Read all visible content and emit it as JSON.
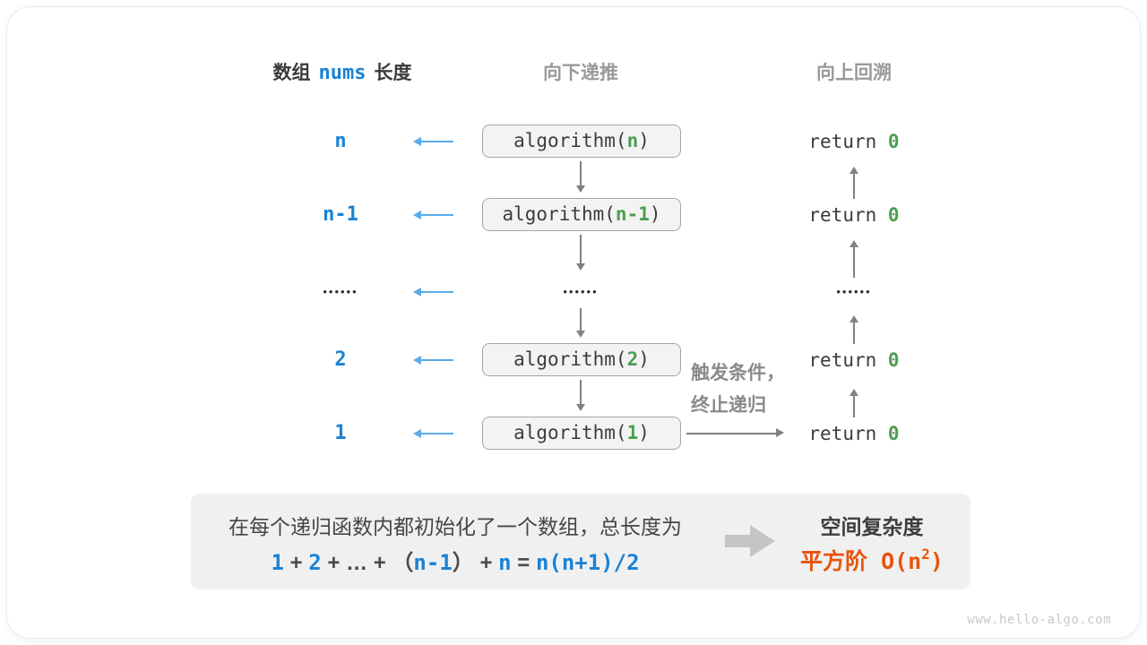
{
  "header": {
    "left_prefix": "数组",
    "left_code": "nums",
    "left_suffix": "长度",
    "middle": "向下递推",
    "right": "向上回溯"
  },
  "rows": [
    {
      "label": "n",
      "call_open": "algorithm(",
      "arg": "n",
      "call_close": ")",
      "ret_label": "return ",
      "ret_value": "0"
    },
    {
      "label": "n-1",
      "call_open": "algorithm(",
      "arg": "n-1",
      "call_close": ")",
      "ret_label": "return ",
      "ret_value": "0"
    },
    {
      "left_dots": "••••••",
      "middle_dots": "••••••",
      "right_dots": "••••••"
    },
    {
      "label": "2",
      "call_open": "algorithm(",
      "arg": "2",
      "call_close": ")",
      "ret_label": "return ",
      "ret_value": "0"
    },
    {
      "label": "1",
      "call_open": "algorithm(",
      "arg": "1",
      "call_close": ")",
      "ret_label": "return ",
      "ret_value": "0"
    }
  ],
  "annotation": {
    "line1": "触发条件，",
    "line2": "终止递归"
  },
  "summary": {
    "line1": "在每个递归函数内都初始化了一个数组，总长度为",
    "formula": [
      "1",
      " + ",
      "2",
      " + ",
      "…",
      " + ",
      "（",
      "n-1",
      "）",
      " + ",
      "n",
      " = ",
      "n(n+1)/2"
    ],
    "result_title": "空间复杂度",
    "result_prefix": "平方阶 O(n",
    "result_sup": "2",
    "result_suffix": ")"
  },
  "watermark": "www.hello-algo.com",
  "colors": {
    "blue_text": "#1a82d4",
    "blue_arrow": "#5aabe8",
    "green": "#4c9e50",
    "orange": "#e8530c",
    "gray_header": "#9a9a9a",
    "gray_arrow": "#818181",
    "box_bg": "#f3f3f4",
    "panel_bg": "#f0f0f1"
  }
}
